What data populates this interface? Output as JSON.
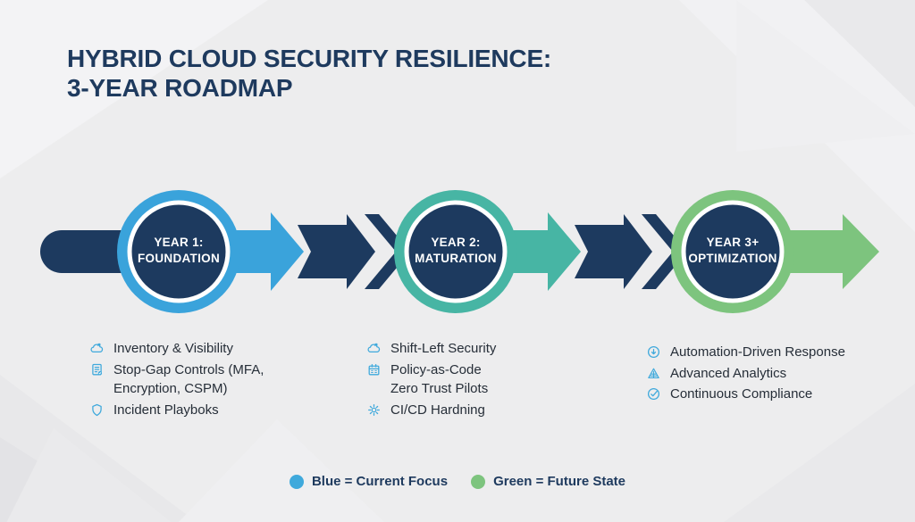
{
  "title": {
    "line1": "HYBRID CLOUD SECURITY RESILIENCE:",
    "line2": "3-YEAR ROADMAP"
  },
  "palette": {
    "navy": "#1d3a5f",
    "blue": "#3aa3db",
    "teal": "#47b5a4",
    "green": "#7dc47e",
    "icon_blue": "#3fa9dc",
    "title_navy": "#1e3a5e",
    "background": "#ededee",
    "white": "#ffffff"
  },
  "phases": [
    {
      "label_line1": "YEAR 1:",
      "label_line2": "FOUNDATION",
      "ring_color": "#3aa3db",
      "items": [
        {
          "icon": "cloud-icon",
          "lines": [
            "Inventory & Visibility"
          ]
        },
        {
          "icon": "document-check-icon",
          "lines": [
            "Stop-Gap Controls (MFA,",
            "Encryption, CSPM)"
          ]
        },
        {
          "icon": "shield-icon",
          "lines": [
            "Incident Playboks"
          ]
        }
      ]
    },
    {
      "label_line1": "YEAR 2:",
      "label_line2": "MATURATION",
      "ring_color": "#47b5a4",
      "items": [
        {
          "icon": "cloud-arrow-icon",
          "lines": [
            "Shift-Left Security"
          ]
        },
        {
          "icon": "calendar-icon",
          "lines": [
            "Policy-as-Code",
            "Zero Trust Pilots"
          ]
        },
        {
          "icon": "gear-icon",
          "lines": [
            "CI/CD Hardning"
          ]
        }
      ]
    },
    {
      "label_line1": "YEAR 3+",
      "label_line2": "OPTIMIZATION",
      "ring_color": "#7dc47e",
      "items": [
        {
          "icon": "automation-icon",
          "lines": [
            "Automation-Driven Response"
          ]
        },
        {
          "icon": "analytics-icon",
          "lines": [
            "Advanced Analytics"
          ]
        },
        {
          "icon": "compliance-icon",
          "lines": [
            "Continuous Compliance"
          ]
        }
      ]
    }
  ],
  "legend": [
    {
      "dot_color": "#3fa9dc",
      "label": "Blue = Current Focus"
    },
    {
      "dot_color": "#7dc47e",
      "label": "Green = Future State"
    }
  ]
}
